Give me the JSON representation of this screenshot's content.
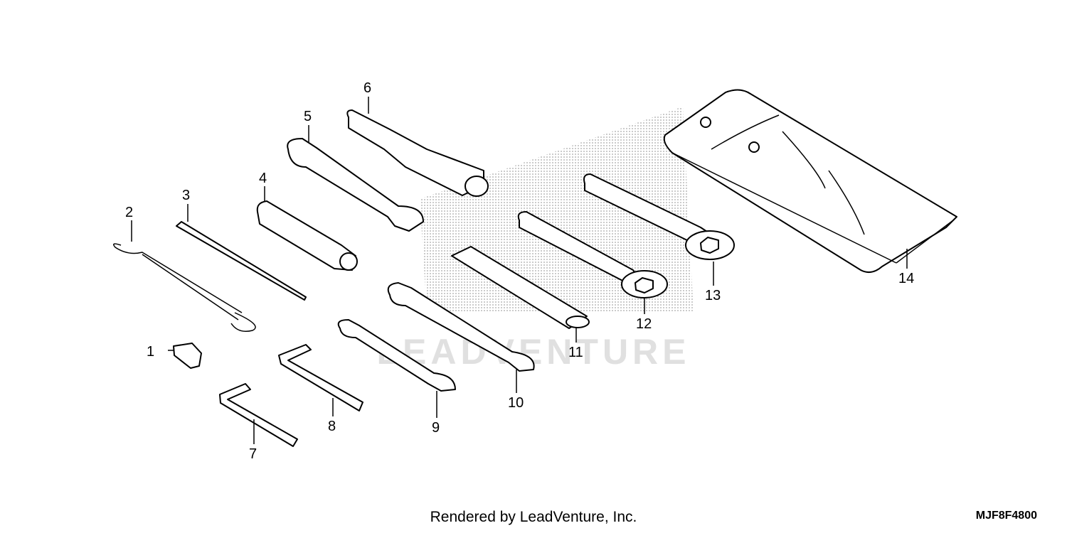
{
  "parts": [
    {
      "id": 1,
      "label": "1",
      "icon": "plug-clip-icon"
    },
    {
      "id": 2,
      "label": "2",
      "icon": "cable-icon"
    },
    {
      "id": 3,
      "label": "3",
      "icon": "screwdriver-icon"
    },
    {
      "id": 4,
      "label": "4",
      "icon": "screwdriver-handle-icon"
    },
    {
      "id": 5,
      "label": "5",
      "icon": "open-end-wrench-icon"
    },
    {
      "id": 6,
      "label": "6",
      "icon": "spark-plug-socket-icon"
    },
    {
      "id": 7,
      "label": "7",
      "icon": "hex-key-icon"
    },
    {
      "id": 8,
      "label": "8",
      "icon": "hex-key-icon"
    },
    {
      "id": 9,
      "label": "9",
      "icon": "open-end-wrench-icon"
    },
    {
      "id": 10,
      "label": "10",
      "icon": "open-end-wrench-icon"
    },
    {
      "id": 11,
      "label": "11",
      "icon": "extension-bar-icon"
    },
    {
      "id": 12,
      "label": "12",
      "icon": "box-wrench-icon"
    },
    {
      "id": 13,
      "label": "13",
      "icon": "box-wrench-icon"
    },
    {
      "id": 14,
      "label": "14",
      "icon": "tool-bag-icon"
    }
  ],
  "watermark": "LEADVENTURE",
  "footer": "Rendered by LeadVenture, Inc.",
  "diagram_code": "MJF8F4800",
  "colors": {
    "line": "#000000",
    "watermark": "#d9d9d9",
    "background": "#ffffff"
  }
}
